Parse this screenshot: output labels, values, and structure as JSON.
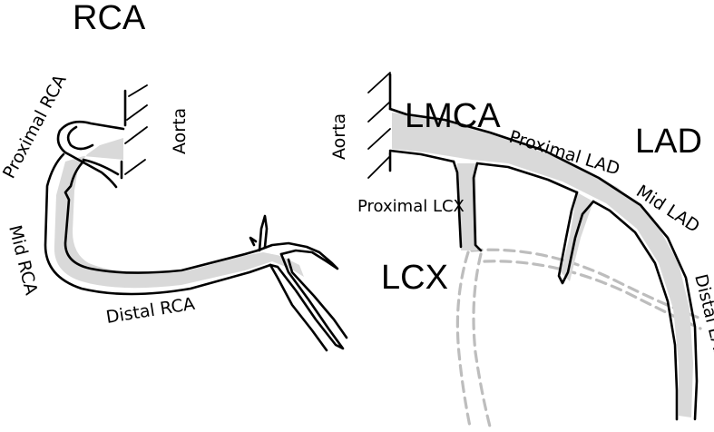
{
  "rca": {
    "title": "RCA",
    "aorta": "Aorta",
    "proximal": "Proximal RCA",
    "mid": "Mid RCA",
    "distal": "Distal RCA"
  },
  "left": {
    "aorta": "Aorta",
    "lmca": "LMCA",
    "lad": "LAD",
    "lcx": "LCX",
    "proximal_lad": "Proximal LAD",
    "mid_lad": "Mid LAD",
    "distal_lad": "Distal LAD",
    "proximal_lcx": "Proximal LCX"
  },
  "colors": {
    "vessel_fill": "#d9d9d9",
    "dashed_vessel": "#bdbdbd",
    "outline": "#000000"
  }
}
